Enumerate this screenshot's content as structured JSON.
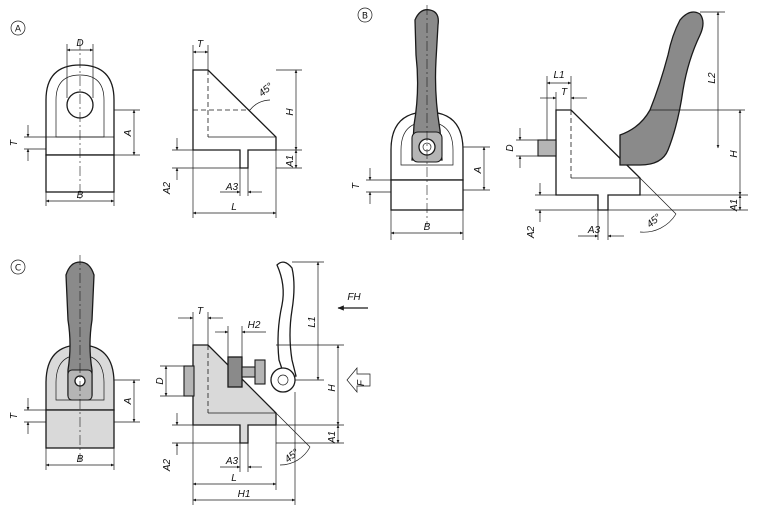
{
  "variants": {
    "a": {
      "marker": "A"
    },
    "b": {
      "marker": "B"
    },
    "c": {
      "marker": "C"
    }
  },
  "labels": {
    "D": "D",
    "T": "T",
    "A": "A",
    "B": "B",
    "H": "H",
    "L": "L",
    "A1": "A1",
    "A2": "A2",
    "A3": "A3",
    "angle": "45°",
    "L1": "L1",
    "L2": "L2",
    "H1": "H1",
    "H2": "H2",
    "FH": "FH",
    "F": "F"
  },
  "colors": {
    "line": "#1a1a1a",
    "grip": "#8a8a8a",
    "shade": "#d9d9d9"
  }
}
